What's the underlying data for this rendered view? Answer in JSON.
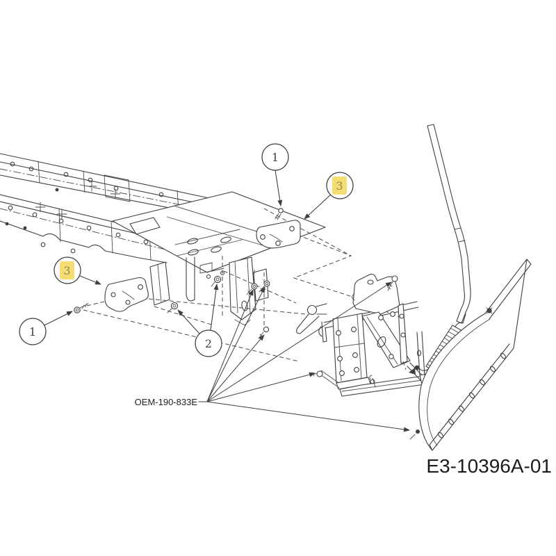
{
  "diagram": {
    "colors": {
      "background": "#ffffff",
      "line": "#3f3f3f",
      "highlight": "#f5dd74",
      "highlight_digit": "#8f8a4e",
      "text": "#1f1f1f"
    },
    "callouts": [
      {
        "label": "1",
        "highlighted": false
      },
      {
        "label": "3",
        "highlighted": true
      },
      {
        "label": "3",
        "highlighted": true
      },
      {
        "label": "1",
        "highlighted": false
      },
      {
        "label": "2",
        "highlighted": false
      }
    ],
    "part_reference": {
      "label": "OEM-190-833E"
    },
    "drawing_number": {
      "label": "E3-10396A-01"
    }
  }
}
